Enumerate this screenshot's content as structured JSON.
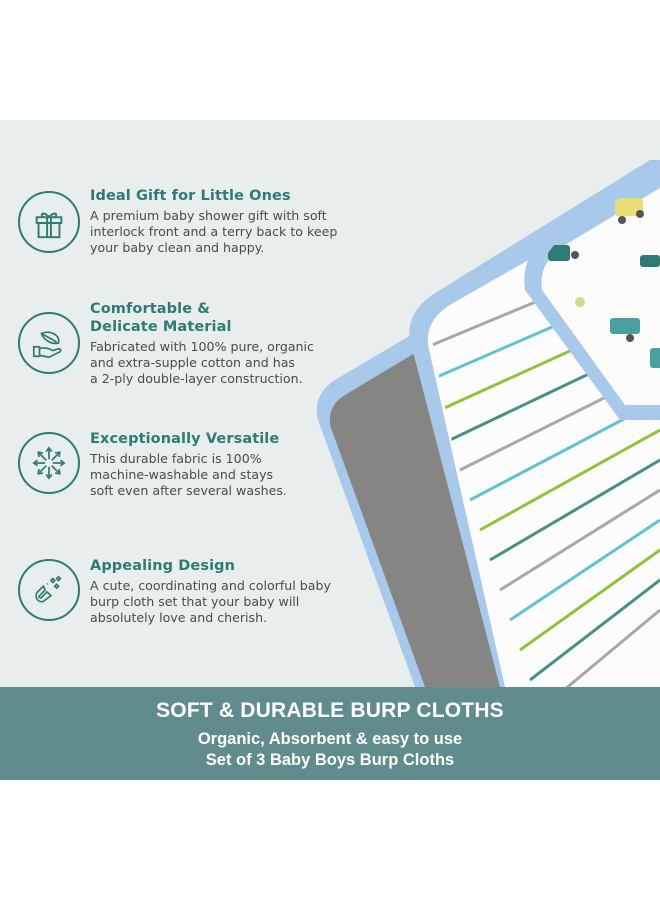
{
  "features": [
    {
      "icon": "gift-icon",
      "title": "Ideal Gift for Little Ones",
      "body": "A premium baby shower gift with soft\ninterlock front and a terry back to keep\nyour baby clean and happy."
    },
    {
      "icon": "hand-leaf-icon",
      "title_line1": "Comfortable &",
      "title_line2": "Delicate Material",
      "body": "Fabricated with 100% pure, organic\nand extra-supple cotton and has\na 2-ply double-layer construction."
    },
    {
      "icon": "arrows-burst-icon",
      "title": "Exceptionally Versatile",
      "body": "This durable fabric is 100%\nmachine-washable and stays\nsoft even after several washes."
    },
    {
      "icon": "magnet-hearts-icon",
      "title": "Appealing Design",
      "body": "A cute, coordinating and colorful baby\nburp cloth set that your baby will\nabsolutely love and cherish."
    }
  ],
  "banner": {
    "headline": "SOFT & DURABLE BURP CLOTHS",
    "line1": "Organic, Absorbent & easy to use",
    "line2": "Set of 3 Baby Boys Burp Cloths"
  },
  "colors": {
    "accent": "#2f7a72",
    "panel_bg": "#e8eeee",
    "banner_bg": "#608c8e",
    "cloth_trim": "#a9c9ea",
    "cloth_gray": "#8a8a88"
  },
  "product_image": {
    "items": [
      "gray-terry-cloth",
      "striped-cloth",
      "vehicle-print-cloth"
    ]
  }
}
